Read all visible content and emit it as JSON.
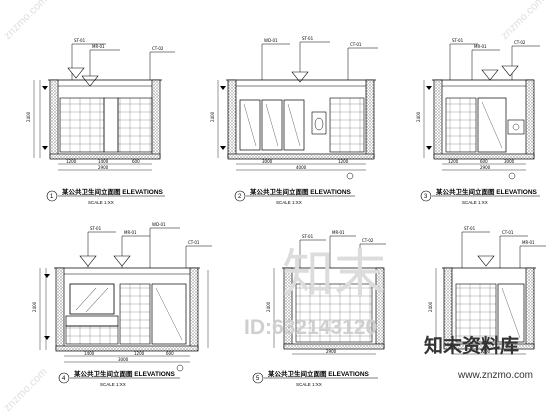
{
  "watermark": {
    "big_text": "知末",
    "id_text": "ID:632143120",
    "brand_text": "知末资料库",
    "url_text": "www.znzmo.com",
    "corner_text": "znzmo.com"
  },
  "elevations": [
    {
      "num": "1",
      "title": "某公共卫生间立面图 ELEVATIONS",
      "scale": "SCALE 1:XX"
    },
    {
      "num": "2",
      "title": "某公共卫生间立面图 ELEVATIONS",
      "scale": "SCALE 1:XX"
    },
    {
      "num": "3",
      "title": "某公共卫生间立面图 ELEVATIONS",
      "scale": "SCALE 1:XX"
    },
    {
      "num": "4",
      "title": "某公共卫生间立面图 ELEVATIONS",
      "scale": "SCALE 1:XX"
    },
    {
      "num": "5",
      "title": "某公共卫生间立面图 ELEVATIONS",
      "scale": "SCALE 1:XX"
    }
  ],
  "dims": {
    "d1": "1400",
    "d2": "2900",
    "d3": "1200",
    "d4": "600",
    "d5": "3000",
    "d6": "4000",
    "d7": "2400"
  }
}
